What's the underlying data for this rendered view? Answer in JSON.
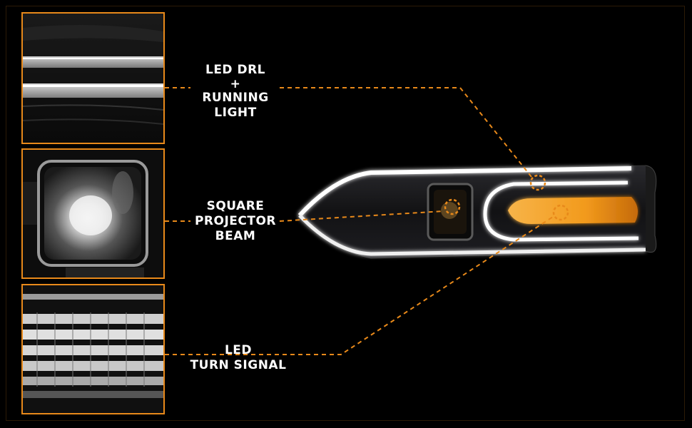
{
  "features": [
    {
      "id": "drl",
      "lines": [
        "LED DRL",
        "+",
        "RUNNING",
        "LIGHT"
      ]
    },
    {
      "id": "projector",
      "lines": [
        "SQUARE",
        "PROJECTOR",
        "BEAM"
      ]
    },
    {
      "id": "turn",
      "lines": [
        "LED",
        "TURN SIGNAL"
      ]
    }
  ],
  "colors": {
    "accent": "#e8891a",
    "background": "#000000",
    "text": "#ffffff",
    "amber_lamp": "#f2a22a"
  },
  "icons": {
    "callout_marker": "dashed-circle"
  }
}
